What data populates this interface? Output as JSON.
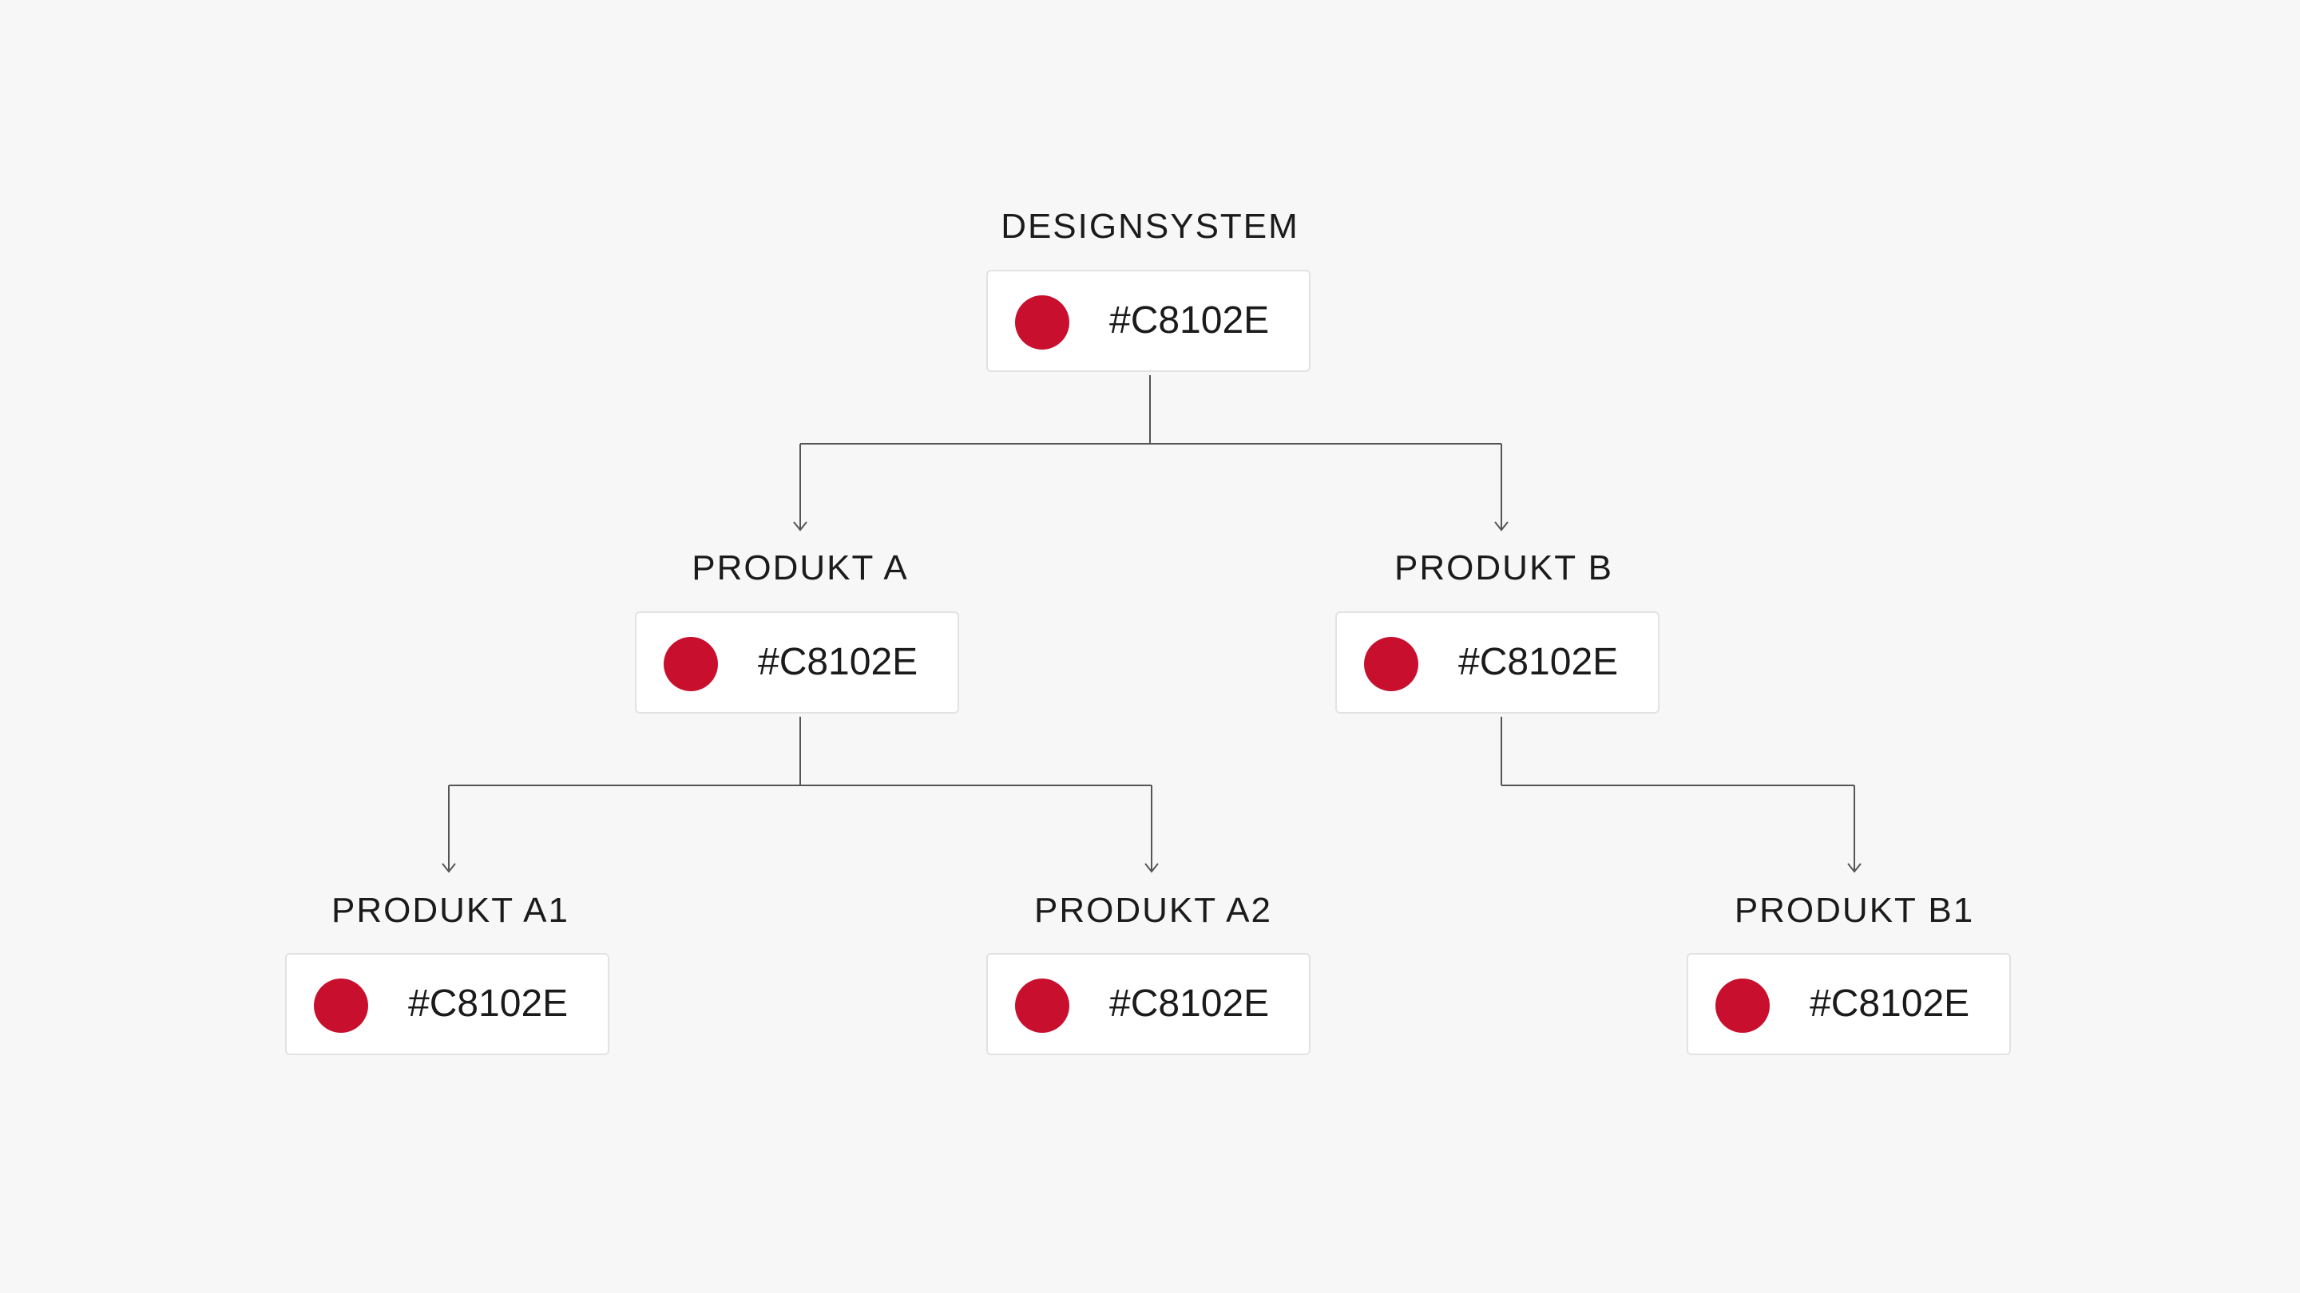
{
  "diagram": {
    "connector_color": "#555555",
    "nodes": [
      {
        "id": "designsystem",
        "label": "DESIGNSYSTEM",
        "color": "#C8102E",
        "hex_label": "#C8102E"
      },
      {
        "id": "produkt-a",
        "label": "PRODUKT A",
        "color": "#C8102E",
        "hex_label": "#C8102E"
      },
      {
        "id": "produkt-b",
        "label": "PRODUKT B",
        "color": "#C8102E",
        "hex_label": "#C8102E"
      },
      {
        "id": "produkt-a1",
        "label": "PRODUKT A1",
        "color": "#C8102E",
        "hex_label": "#C8102E"
      },
      {
        "id": "produkt-a2",
        "label": "PRODUKT A2",
        "color": "#C8102E",
        "hex_label": "#C8102E"
      },
      {
        "id": "produkt-b1",
        "label": "PRODUKT B1",
        "color": "#C8102E",
        "hex_label": "#C8102E"
      }
    ],
    "edges": [
      {
        "from": "designsystem",
        "to": "produkt-a"
      },
      {
        "from": "designsystem",
        "to": "produkt-b"
      },
      {
        "from": "produkt-a",
        "to": "produkt-a1"
      },
      {
        "from": "produkt-a",
        "to": "produkt-a2"
      },
      {
        "from": "produkt-b",
        "to": "produkt-b1"
      }
    ]
  }
}
